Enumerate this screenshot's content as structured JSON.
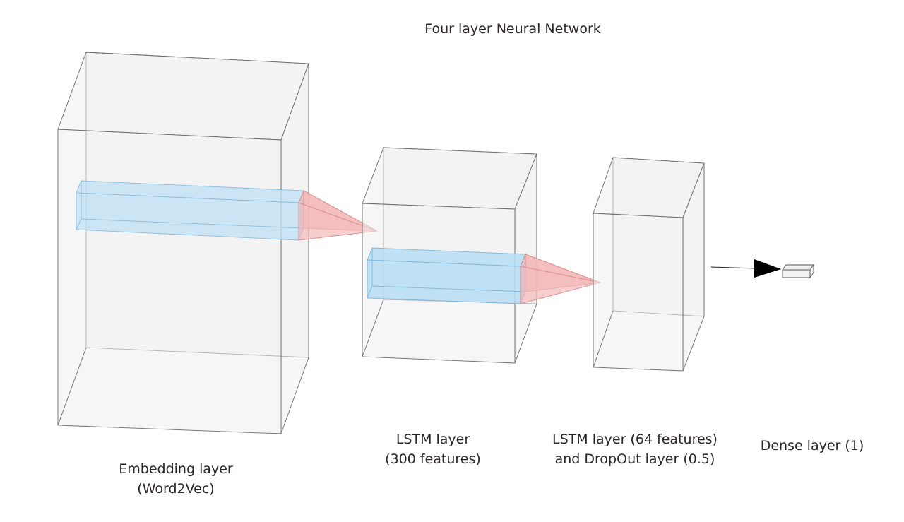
{
  "title": "Four layer Neural Network",
  "layers": [
    {
      "id": "embedding",
      "lines": [
        "Embedding layer",
        "(Word2Vec)"
      ]
    },
    {
      "id": "lstm1",
      "lines": [
        "LSTM layer",
        "(300 features)"
      ]
    },
    {
      "id": "lstm2",
      "lines": [
        "LSTM layer (64 features)",
        "and DropOut layer (0.5)"
      ]
    },
    {
      "id": "dense",
      "lines": [
        "Dense layer (1)"
      ]
    }
  ],
  "colors": {
    "box_fill": "#f2f2f2",
    "box_edge": "#555555",
    "filter_fill": "#bfe0f5",
    "filter_edge": "#7fb6d9",
    "cone_fill": "#f4b8b8",
    "cone_edge": "#d98a8a",
    "arrow": "#000000",
    "text": "#2b2424"
  }
}
